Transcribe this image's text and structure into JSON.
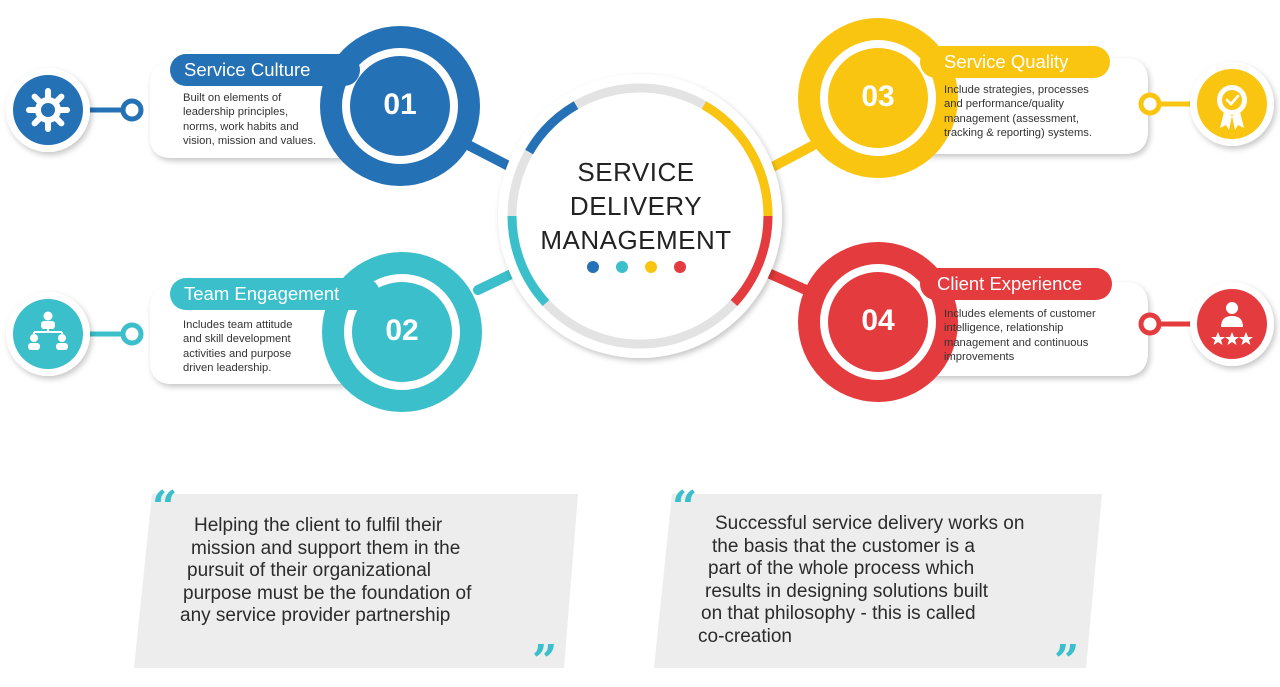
{
  "center": {
    "title_lines": [
      "SERVICE",
      "DELIVERY",
      "MANAGEMENT"
    ]
  },
  "items": [
    {
      "number": "01",
      "title": "Service Culture",
      "color": "#2471b6",
      "icon": "gear-settings-icon",
      "description": [
        "Built on elements of",
        "leadership principles,",
        "norms, work habits and",
        "vision, mission and values."
      ]
    },
    {
      "number": "02",
      "title": "Team Engagement",
      "color": "#3bbfcb",
      "icon": "team-hierarchy-icon",
      "description": [
        "Includes team attitude",
        "and skill development",
        "activities and purpose",
        "driven leadership."
      ]
    },
    {
      "number": "03",
      "title": "Service Quality",
      "color": "#f9c511",
      "icon": "quality-badge-icon",
      "description": [
        "Include strategies, processes",
        "and performance/quality",
        "management (assessment,",
        "tracking & reporting) systems."
      ]
    },
    {
      "number": "04",
      "title": "Client Experience",
      "color": "#e43b3e",
      "icon": "client-rating-icon",
      "description": [
        "Includes elements of customer",
        "intelligence, relationship",
        "management and continuous",
        "improvements"
      ]
    }
  ],
  "quotes": [
    {
      "lines": [
        "Helping the client to fulfil their",
        "mission and support them in the",
        "pursuit of their organizational",
        "purpose must be the foundation of",
        "any service provider partnership"
      ]
    },
    {
      "lines": [
        "Successful service delivery works on",
        "the basis that the customer is a",
        "part of the whole process which",
        "results in designing solutions built",
        "on that philosophy - this is called",
        "co-creation"
      ]
    }
  ],
  "quote_mark_color": "#3bbfcb"
}
